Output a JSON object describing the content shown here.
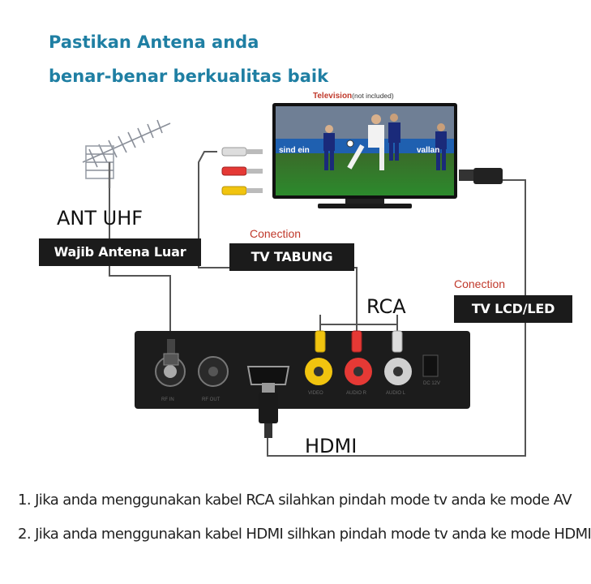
{
  "headline": {
    "line1": "Pastikan Antena anda",
    "line2": "benar-benar berkualitas baik"
  },
  "tv": {
    "caption_main": "Television",
    "caption_note": "(not included)",
    "ad_left": "sind ein",
    "ad_right": "vallan"
  },
  "antenna": {
    "label": "ANT UHF",
    "badge": "Wajib Antena Luar"
  },
  "tabung": {
    "conection": "Conection",
    "badge": "TV TABUNG"
  },
  "lcd": {
    "conection": "Conection",
    "badge": "TV LCD/LED"
  },
  "cable_labels": {
    "rca": "RCA",
    "hdmi": "HDMI"
  },
  "stb_ports": {
    "rf_in": "RF IN",
    "rf_out": "RF OUT",
    "video": "VIDEO",
    "audio_r": "AUDIO R",
    "audio_l": "AUDIO L",
    "dc": "DC 12V"
  },
  "notes": [
    "1. Jika anda menggunakan kabel RCA silahkan pindah mode tv anda ke mode AV",
    "2. Jika anda menggunakan kabel HDMI silhkan pindah mode tv anda ke mode HDMI"
  ],
  "colors": {
    "headline": "#1f7fa3",
    "conection_text": "#c0392b",
    "badge_bg": "#1b1b1b",
    "rca_yellow": "#f1c40f",
    "rca_red": "#e53935",
    "rca_white": "#dddddd"
  }
}
